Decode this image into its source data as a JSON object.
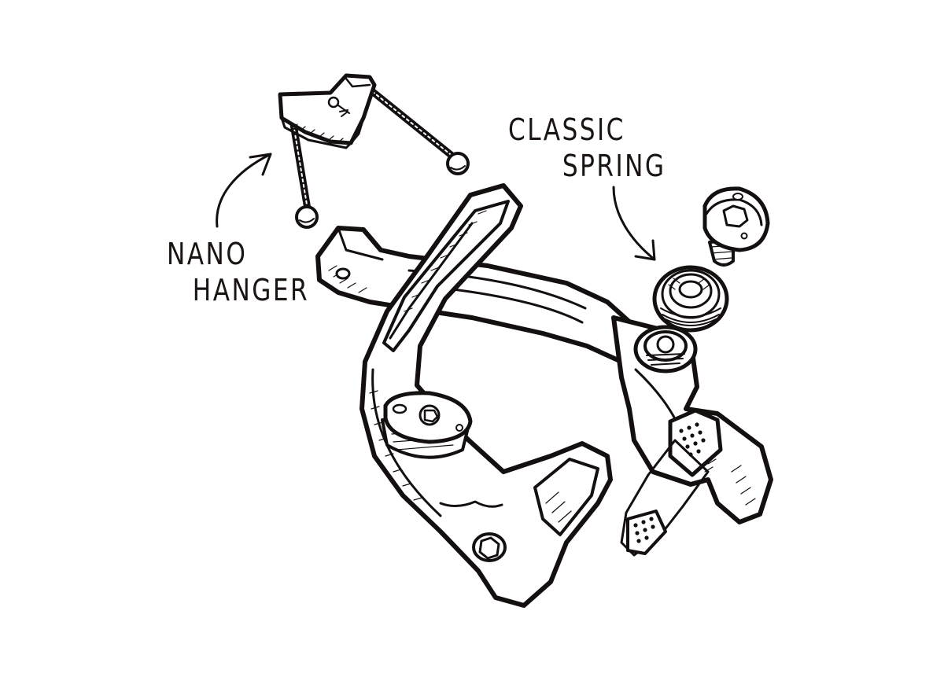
{
  "diagram": {
    "labels": {
      "hanger": {
        "line1": "NANO",
        "line2": "HANGER"
      },
      "spring": {
        "line1": "CLASSIC",
        "line2": "SPRING"
      }
    },
    "colors": {
      "ink": "#151010",
      "paper": "#ffffff"
    },
    "parts": [
      "nano-hanger",
      "classic-spring",
      "pivot-bolt",
      "brake-arm-left",
      "brake-arm-right",
      "brake-pad"
    ]
  }
}
